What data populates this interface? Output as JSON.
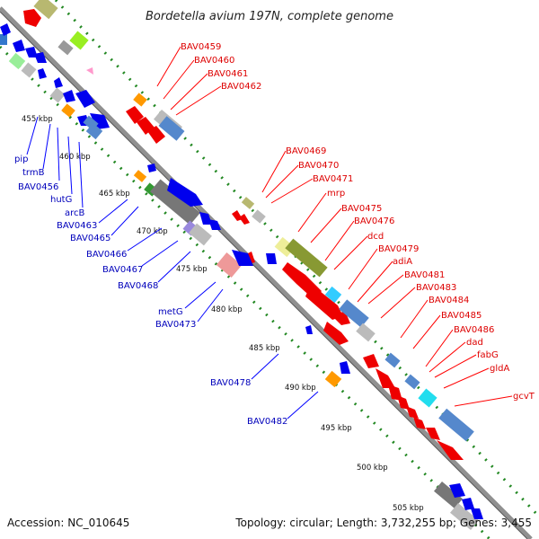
{
  "title": "Bordetella avium 197N, complete genome",
  "accession": "Accession: NC_010645",
  "topology": "Topology: circular; Length: 3,732,255 bp; Genes: 3,455",
  "kbp_labels": [
    "455 kbp",
    "460 kbp",
    "465 kbp",
    "470 kbp",
    "475 kbp",
    "480 kbp",
    "485 kbp",
    "490 kbp",
    "495 kbp",
    "500 kbp",
    "505 kbp"
  ],
  "red_genes": [
    "BAV0459",
    "BAV0460",
    "BAV0461",
    "BAV0462",
    "BAV0469",
    "BAV0470",
    "BAV0471",
    "mrp",
    "BAV0475",
    "BAV0476",
    "dcd",
    "BAV0479",
    "adiA",
    "BAV0481",
    "BAV0483",
    "BAV0484",
    "BAV0485",
    "BAV0486",
    "dad",
    "fabG",
    "gldA",
    "gcvT"
  ],
  "blue_genes": [
    "pip",
    "trmB",
    "BAV0456",
    "hutG",
    "arcB",
    "BAV0463",
    "BAV0465",
    "BAV0466",
    "BAV0467",
    "BAV0468",
    "metG",
    "BAV0473",
    "BAV0478",
    "BAV0482"
  ],
  "colors": {
    "red": "#ee0000",
    "blue": "#0000ee",
    "label_red": "#dd0000",
    "label_blue": "#0000bb",
    "ring": "#888888",
    "dot": "#228822"
  }
}
